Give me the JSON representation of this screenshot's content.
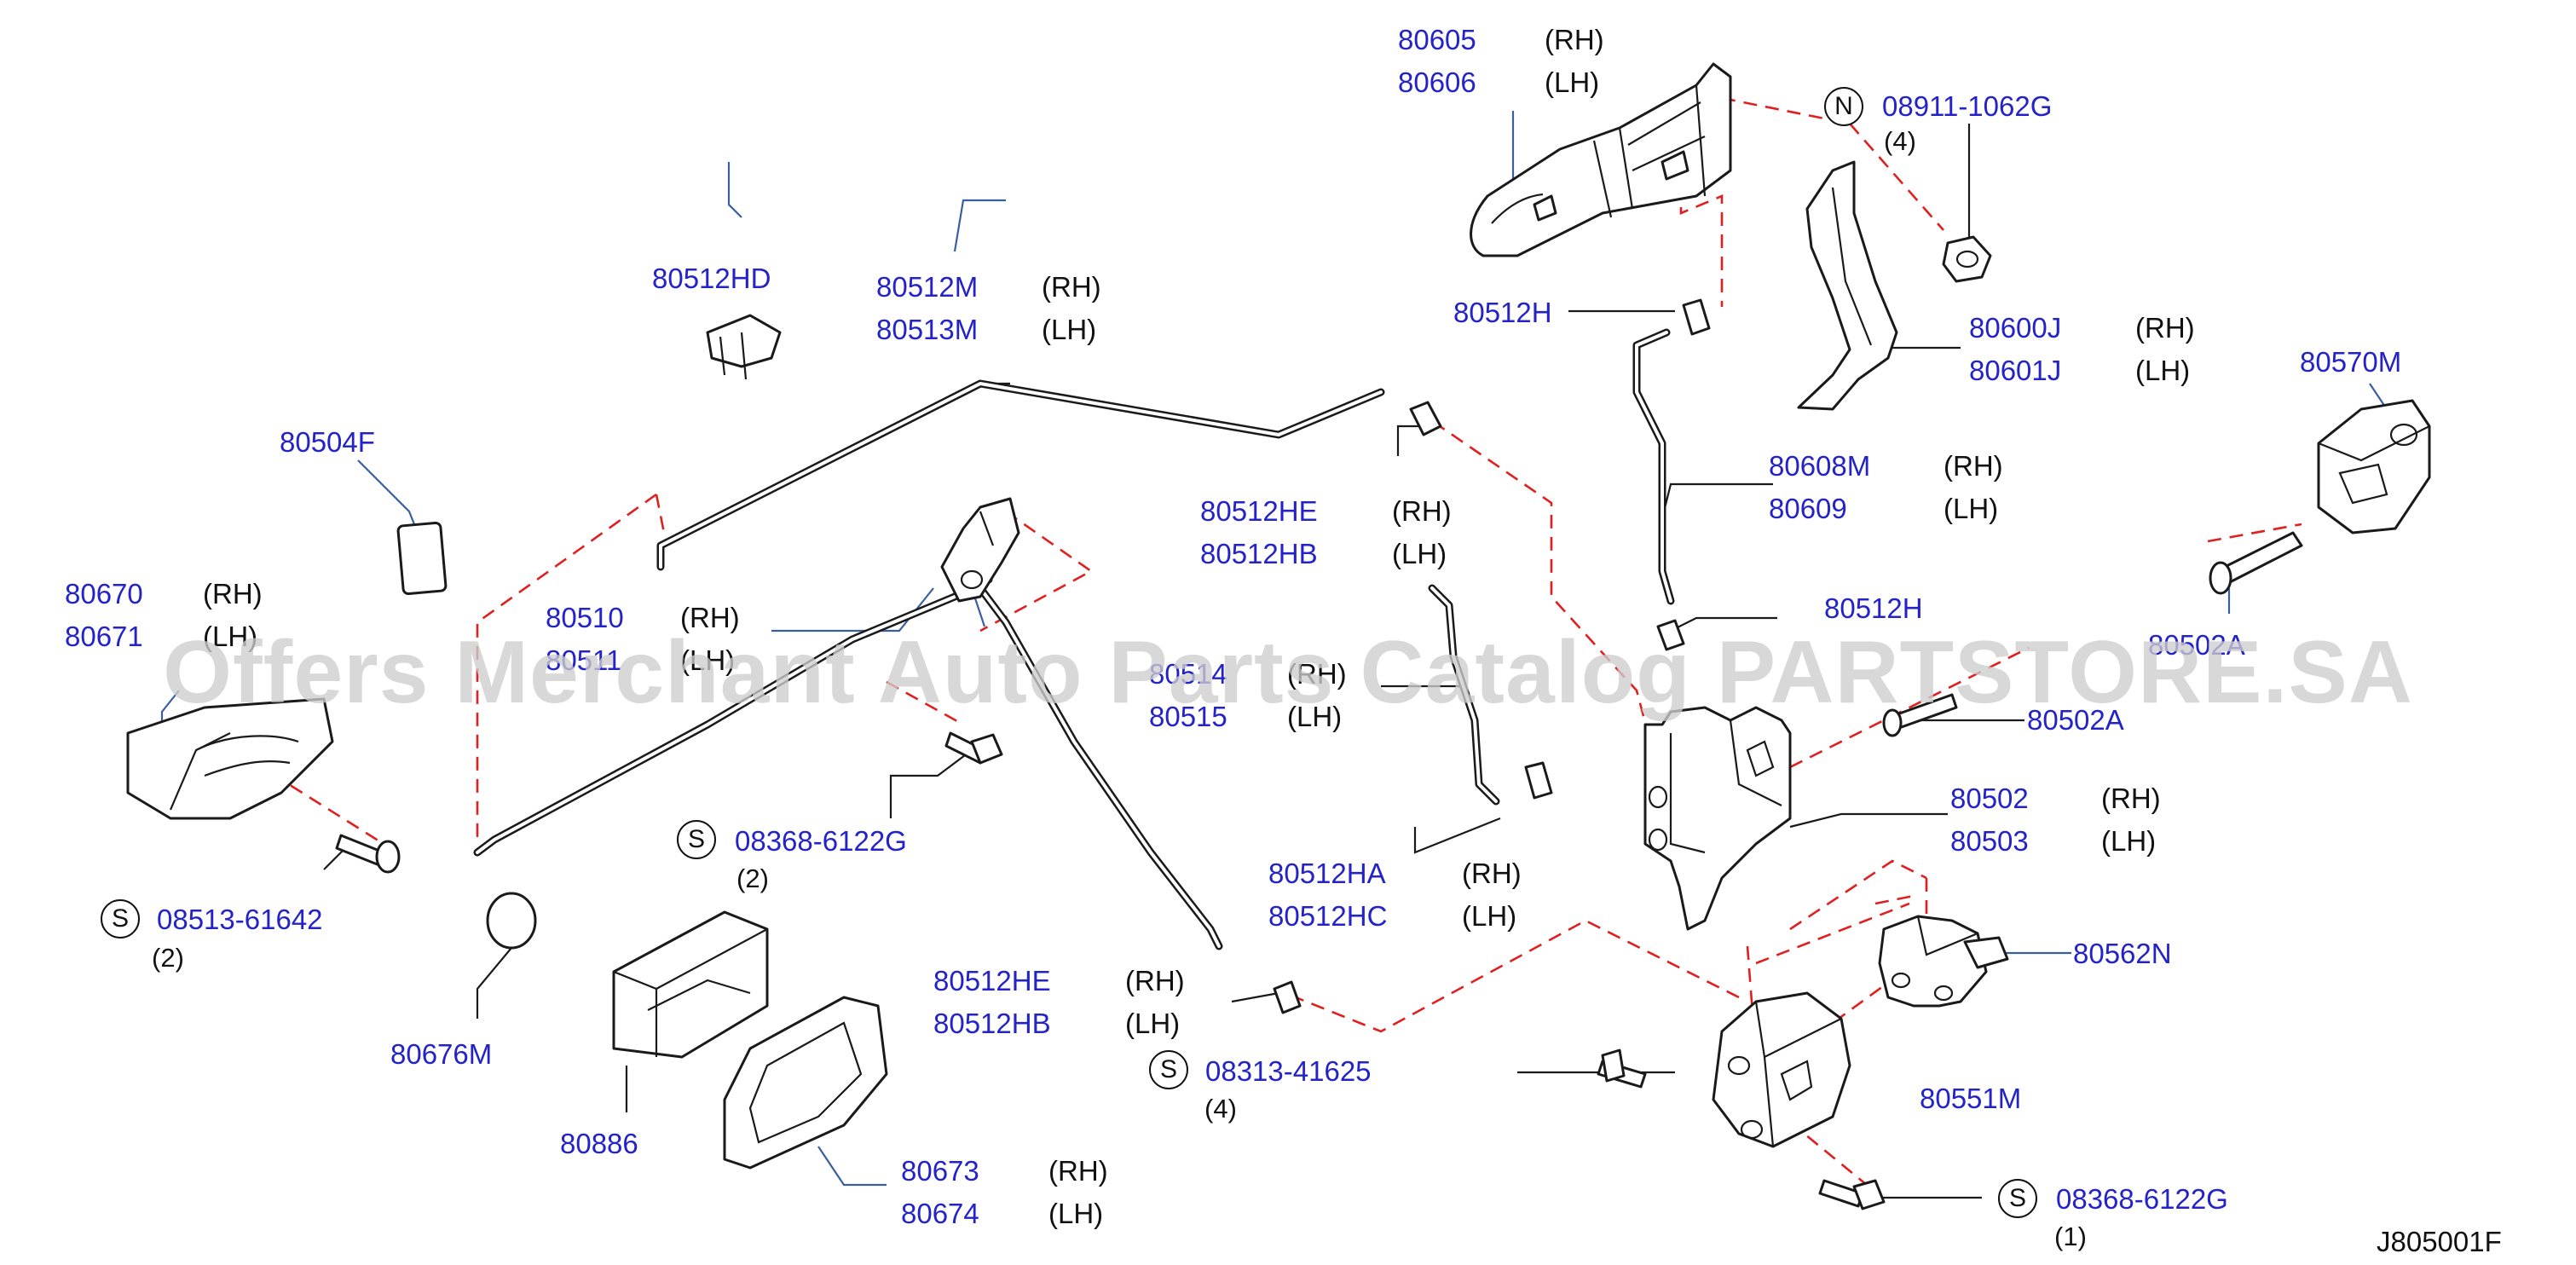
{
  "diagram_code": "J805001F",
  "watermark": "Offers Merchant Auto Parts Catalog PARTSTORE.SA",
  "callouts": [
    {
      "id": "c1",
      "part": "80605",
      "qualifier": "(RH)"
    },
    {
      "id": "c2",
      "part": "80606",
      "qualifier": "(LH)"
    },
    {
      "id": "c3",
      "part": "08911-1062G",
      "qualifier": "",
      "badge": "N",
      "qty": "(4)"
    },
    {
      "id": "c4",
      "part": "80512HD",
      "qualifier": ""
    },
    {
      "id": "c5",
      "part": "80512M",
      "qualifier": "(RH)"
    },
    {
      "id": "c6",
      "part": "80513M",
      "qualifier": "(LH)"
    },
    {
      "id": "c7",
      "part": "80512H",
      "qualifier": ""
    },
    {
      "id": "c8",
      "part": "80600J",
      "qualifier": "(RH)"
    },
    {
      "id": "c9",
      "part": "80601J",
      "qualifier": "(LH)"
    },
    {
      "id": "c10",
      "part": "80570M",
      "qualifier": ""
    },
    {
      "id": "c11",
      "part": "80504F",
      "qualifier": ""
    },
    {
      "id": "c12",
      "part": "80608M",
      "qualifier": "(RH)"
    },
    {
      "id": "c13",
      "part": "80609",
      "qualifier": "(LH)"
    },
    {
      "id": "c14",
      "part": "80512HE",
      "qualifier": "(RH)"
    },
    {
      "id": "c15",
      "part": "80512HB",
      "qualifier": "(LH)"
    },
    {
      "id": "c16",
      "part": "80670",
      "qualifier": "(RH)"
    },
    {
      "id": "c17",
      "part": "80671",
      "qualifier": "(LH)"
    },
    {
      "id": "c18",
      "part": "80510",
      "qualifier": "(RH)"
    },
    {
      "id": "c19",
      "part": "80511",
      "qualifier": "(LH)"
    },
    {
      "id": "c20",
      "part": "80512H",
      "qualifier": ""
    },
    {
      "id": "c21",
      "part": "80502A",
      "qualifier": ""
    },
    {
      "id": "c22",
      "part": "80514",
      "qualifier": "(RH)"
    },
    {
      "id": "c23",
      "part": "80515",
      "qualifier": "(LH)"
    },
    {
      "id": "c24",
      "part": "80502A",
      "qualifier": ""
    },
    {
      "id": "c25",
      "part": "80502",
      "qualifier": "(RH)"
    },
    {
      "id": "c26",
      "part": "80503",
      "qualifier": "(LH)"
    },
    {
      "id": "c27",
      "part": "08368-6122G",
      "qualifier": "",
      "badge": "S",
      "qty": "(2)"
    },
    {
      "id": "c28",
      "part": "80512HA",
      "qualifier": "(RH)"
    },
    {
      "id": "c29",
      "part": "80512HC",
      "qualifier": "(LH)"
    },
    {
      "id": "c30",
      "part": "08513-61642",
      "qualifier": "",
      "badge": "S",
      "qty": "(2)"
    },
    {
      "id": "c31",
      "part": "80562N",
      "qualifier": ""
    },
    {
      "id": "c32",
      "part": "80512HE",
      "qualifier": "(RH)"
    },
    {
      "id": "c33",
      "part": "80512HB",
      "qualifier": "(LH)"
    },
    {
      "id": "c34",
      "part": "08313-41625",
      "qualifier": "",
      "badge": "S",
      "qty": "(4)"
    },
    {
      "id": "c35",
      "part": "80676M",
      "qualifier": ""
    },
    {
      "id": "c36",
      "part": "80551M",
      "qualifier": ""
    },
    {
      "id": "c37",
      "part": "80886",
      "qualifier": ""
    },
    {
      "id": "c38",
      "part": "80673",
      "qualifier": "(RH)"
    },
    {
      "id": "c39",
      "part": "80674",
      "qualifier": "(LH)"
    },
    {
      "id": "c40",
      "part": "08368-6122G",
      "qualifier": "",
      "badge": "S",
      "qty": "(1)"
    }
  ]
}
